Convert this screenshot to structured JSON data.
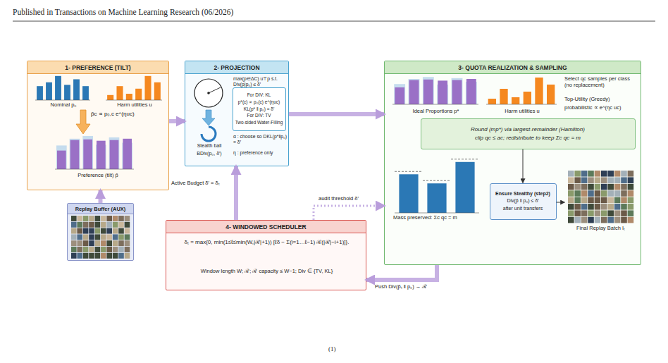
{
  "diagram": {
    "nodes": [
      {
        "text": [
          "1- PREFERENCE (TILT)",
          "Nominal p₀",
          "Harm utilities u",
          "p̃c ∝ p₀,c e^(ηuc)",
          "Preference (tilt) p̃"
        ]
      },
      {
        "text": [
          "Replay Buffer (AUX)"
        ]
      },
      {
        "text": [
          "2- PROJECTION",
          "p*",
          "Stealth ball",
          "BDiv(p₀, δ′)",
          "max(p∈ΔC) u⊤p s.t. Div(p|p₀) ≤ δ′",
          "α : choose so DKL(p*‖p₀) = δ′",
          "η : preference only"
        ]
      },
      {
        "text": [
          "For DIV: KL",
          "p*(c) ∝ p₀(c) e^(ηuc)",
          "KL(p* ‖ p₀) = δ′",
          "For DIV: TV",
          "Two-sided Water-Filling"
        ],
        "in": 2
      },
      {
        "text": [
          "3- QUOTA REALIZATION & SAMPLING",
          "Ideal Proportions p*",
          "Harm utilities u",
          "Select qc samples per class (no replacement)",
          "Top-Utility (Greedy)",
          "probabilistic ∝ e^(ηc uc)",
          "Mass preserved: Σc qc = m"
        ]
      },
      {
        "text": [
          "Round (mp*) via largest-remainder (Hamilton)",
          "clip qc ≤ ac; redistribute to keep Σc qc = m"
        ],
        "in": 4
      },
      {
        "text": [
          "Ensure Stealthy (step2)",
          "Div(p̄ ‖ p₀) ≤ δ′",
          "after unit transfers"
        ],
        "in": 4
      },
      {
        "text": [
          "Final Replay Batch Iₜ"
        ],
        "in": 4
      },
      {
        "text": [
          "4- WINDOWED SCHEDULER",
          "δₜ = max{0, min(1≤ℓ≤min(W,|ℛ|+1)) [ℓδ − Σ(i=1…ℓ−1) ℛ(|ℛ|−i+1)]}.",
          "Window length W; ℛ; ℛ capacity ≤ W−1; Div ∈ {TV, KL}"
        ]
      }
    ],
    "edges": [
      {
        "from": 1,
        "to": 0,
        "arrow": "to"
      },
      {
        "from": 0,
        "to": 2,
        "arrow": "to"
      },
      {
        "from": 2,
        "to": 4,
        "arrow": "to"
      },
      {
        "from": 4,
        "to": 8,
        "arrow": "to",
        "label": "Push Div(p̃ₜ ‖ p₀) → ℛ"
      },
      {
        "from": 8,
        "to": 2,
        "arrow": "to",
        "label": "Active Budget δ′ = δₜ"
      },
      {
        "from": 8,
        "to": 4,
        "arrow": "to",
        "label": "audit threshold δ′"
      },
      {
        "from": 5,
        "to": 6,
        "arrow": "to"
      },
      {
        "from": 6,
        "to": 7,
        "arrow": "to"
      }
    ],
    "labels": [
      "Published in Transactions on Machine Learning Research (06/2026)",
      "(1)"
    ]
  }
}
